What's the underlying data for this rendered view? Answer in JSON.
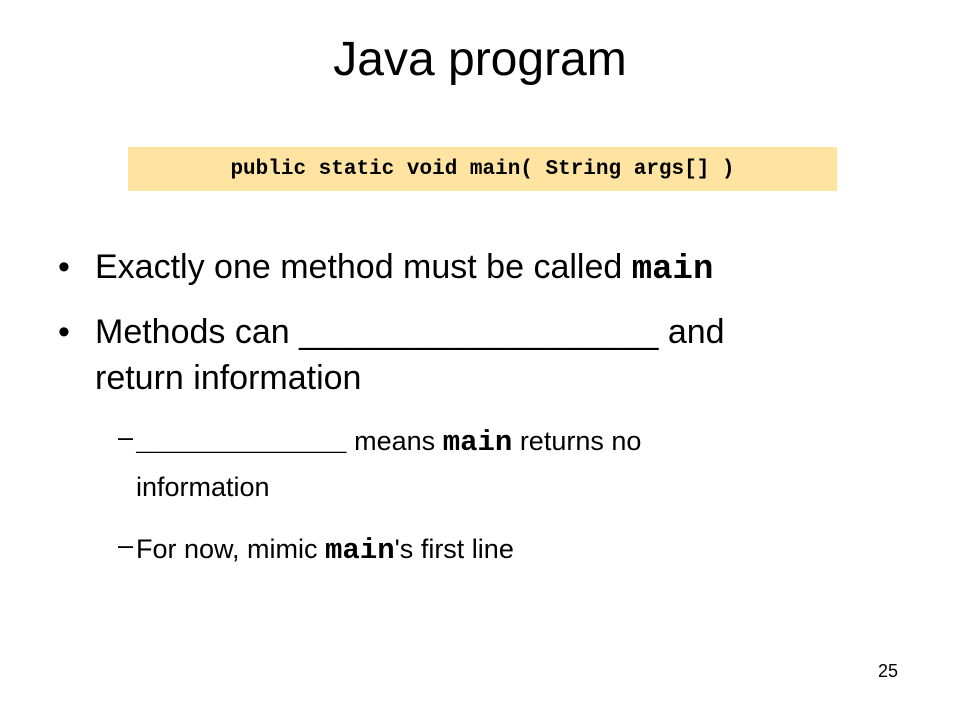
{
  "slide": {
    "title": "Java program",
    "code": "public static void main( String args[] )",
    "bullet1": {
      "mark": "•",
      "text": "Exactly one method must be called ",
      "code": "main"
    },
    "bullet2": {
      "mark": "•",
      "text_before": "Methods can ",
      "blank_text": "___________________",
      "text_after": " and",
      "line2": "return information"
    },
    "sub1": {
      "mark": "–",
      "blank_text": "_____________",
      "text_mid": " means ",
      "code": "main",
      "text_after": " returns no",
      "line2": "information"
    },
    "sub2": {
      "mark": "–",
      "text_before": "For now, mimic ",
      "code": "main",
      "text_after": "'s first line"
    },
    "page_number": "25"
  },
  "colors": {
    "code_highlight": "#FFE4A1",
    "text": "#000000",
    "background": "#FFFFFF"
  }
}
